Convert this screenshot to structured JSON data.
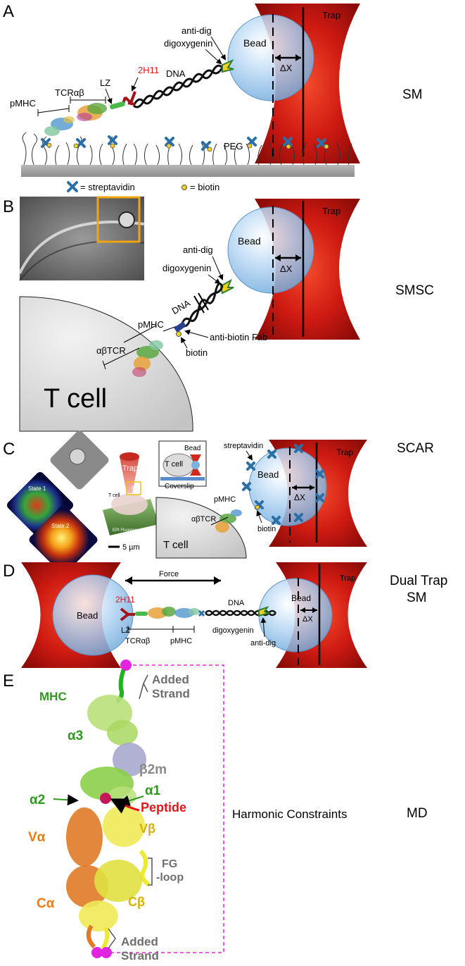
{
  "panel_a": {
    "letter": "A",
    "trap": "Trap",
    "bead": "Bead",
    "anti_dig": "anti-dig",
    "digoxygenin": "digoxygenin",
    "dx": "ΔX",
    "dna": "DNA",
    "ab_2h11": "2H11",
    "lz": "LZ",
    "tcr": "TCRαβ",
    "pmhc": "pMHC",
    "peg": "PEG",
    "legend_streptavidin": "= streptavidin",
    "legend_biotin": "= biotin",
    "method": "SM"
  },
  "panel_b": {
    "letter": "B",
    "trap": "Trap",
    "bead": "Bead",
    "dx": "ΔX",
    "anti_dig": "anti-dig",
    "digoxygenin": "digoxygenin",
    "dna": "DNA",
    "pmhc": "pMHC",
    "anti_biotin": "anti-biotin Fab",
    "biotin": "biotin",
    "tcr": "αβTCR",
    "cell": "T cell",
    "method": "SMSC"
  },
  "panel_c": {
    "letter": "C",
    "method": "SCAR",
    "state1": "State 1",
    "state2": "State 2",
    "trap_small": "Trap",
    "tcell_small": "T cell",
    "dx_small": "ΔX",
    "epi": "EPI Fluorescence",
    "scale": "5 µm",
    "inset_bead": "Bead",
    "inset_tcell": "T cell",
    "coverslip": "Coverslip",
    "streptavidin": "streptavidin",
    "bead": "Bead",
    "trap": "Trap",
    "dx": "ΔX",
    "pmhc": "pMHC",
    "biotin": "biotin",
    "tcr": "αβTCR",
    "cell": "T cell"
  },
  "panel_d": {
    "letter": "D",
    "method_line1": "Dual Trap",
    "method_line2": "SM",
    "force": "Force",
    "bead_left": "Bead",
    "ab_2h11": "2H11",
    "lz": "LZ",
    "tcr": "TCRαβ",
    "pmhc": "pMHC",
    "dna": "DNA",
    "digoxygenin": "digoxygenin",
    "anti_dig": "anti-dig",
    "bead_right": "Bead",
    "trap": "Trap",
    "dx": "ΔX"
  },
  "panel_e": {
    "letter": "E",
    "mhc": "MHC",
    "added_strand_top_1": "Added",
    "added_strand_top_2": "Strand",
    "a3": "α3",
    "b2m": "β2m",
    "a1": "α1",
    "a2": "α2",
    "peptide": "Peptide",
    "vb": "Vβ",
    "va": "Vα",
    "fg_1": "FG",
    "fg_2": "-loop",
    "ca": "Cα",
    "cb": "Cβ",
    "added_strand_bot_1": "Added",
    "added_strand_bot_2": "Strand",
    "harmonic": "Harmonic Constraints",
    "method": "MD"
  },
  "colors": {
    "trap_red": "#c0150f",
    "bead_blue": "#8fc0ea",
    "green_label": "#2e9a1e",
    "red_label": "#e4151b",
    "orange_label": "#f07a12",
    "yellow_label": "#d8b000",
    "gray_label": "#6f6f6f",
    "magenta": "#e024e0",
    "x_blue": "#2b6fa6"
  }
}
